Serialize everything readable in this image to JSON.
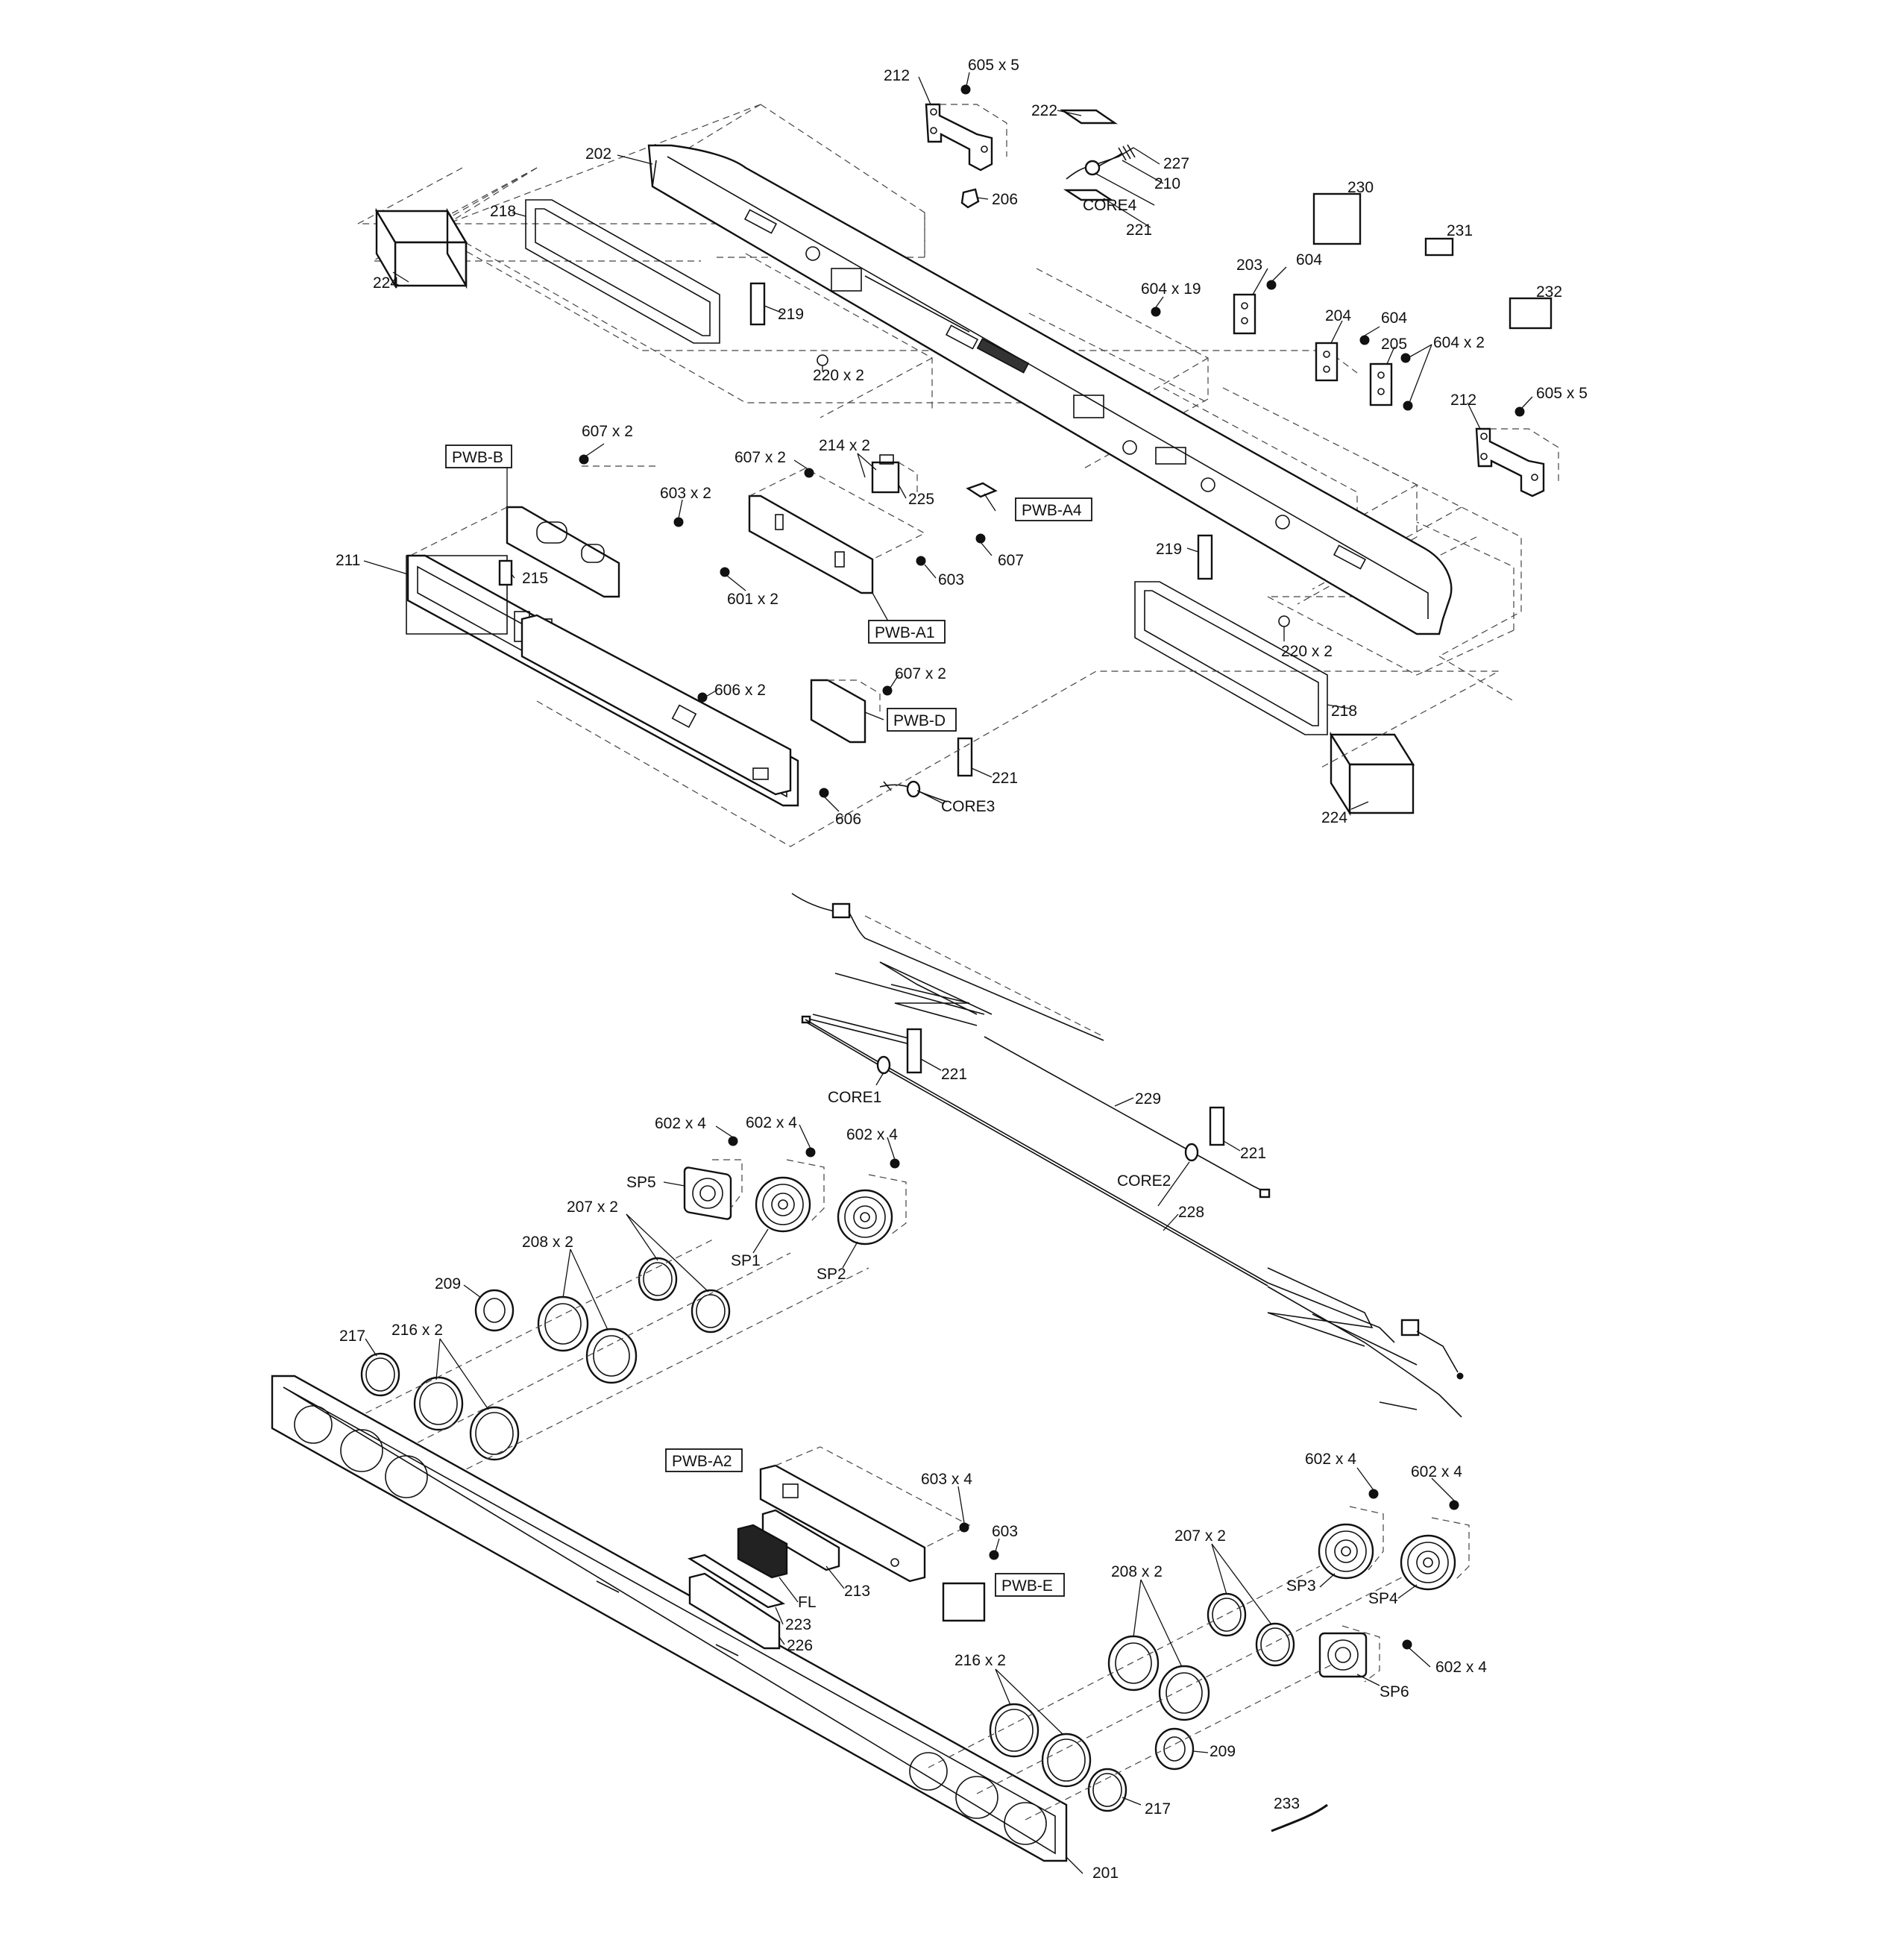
{
  "labels": [
    {
      "id": "l212a",
      "text": "212"
    },
    {
      "id": "l605a",
      "text": "605 x 5"
    },
    {
      "id": "l222",
      "text": "222"
    },
    {
      "id": "l227",
      "text": "227"
    },
    {
      "id": "l210",
      "text": "210"
    },
    {
      "id": "lcore4",
      "text": "CORE4"
    },
    {
      "id": "l221a",
      "text": "221"
    },
    {
      "id": "l206",
      "text": "206"
    },
    {
      "id": "l202",
      "text": "202"
    },
    {
      "id": "l218a",
      "text": "218"
    },
    {
      "id": "l224a",
      "text": "224"
    },
    {
      "id": "l219a",
      "text": "219"
    },
    {
      "id": "l220a",
      "text": "220 x 2"
    },
    {
      "id": "l230",
      "text": "230"
    },
    {
      "id": "l231",
      "text": "231"
    },
    {
      "id": "l232",
      "text": "232"
    },
    {
      "id": "l203",
      "text": "203"
    },
    {
      "id": "l604a",
      "text": "604"
    },
    {
      "id": "l604x19",
      "text": "604 x 19"
    },
    {
      "id": "l204",
      "text": "204"
    },
    {
      "id": "l604b",
      "text": "604"
    },
    {
      "id": "l205",
      "text": "205"
    },
    {
      "id": "l604x2",
      "text": "604 x 2"
    },
    {
      "id": "l212b",
      "text": "212"
    },
    {
      "id": "l605b",
      "text": "605 x 5"
    },
    {
      "id": "l607x2a",
      "text": "607 x 2"
    },
    {
      "id": "l603x2",
      "text": "603 x 2"
    },
    {
      "id": "l211",
      "text": "211"
    },
    {
      "id": "l215",
      "text": "215"
    },
    {
      "id": "l607x2b",
      "text": "607 x 2"
    },
    {
      "id": "l214",
      "text": "214 x 2"
    },
    {
      "id": "l225",
      "text": "225"
    },
    {
      "id": "l607",
      "text": "607"
    },
    {
      "id": "l603a",
      "text": "603"
    },
    {
      "id": "l601",
      "text": "601 x 2"
    },
    {
      "id": "l219b",
      "text": "219"
    },
    {
      "id": "l220b",
      "text": "220 x 2"
    },
    {
      "id": "l606x2",
      "text": "606 x 2"
    },
    {
      "id": "l607x2c",
      "text": "607 x 2"
    },
    {
      "id": "l218b",
      "text": "218"
    },
    {
      "id": "l221b",
      "text": "221"
    },
    {
      "id": "l606",
      "text": "606"
    },
    {
      "id": "lcore3",
      "text": "CORE3"
    },
    {
      "id": "l224b",
      "text": "224"
    },
    {
      "id": "l221c",
      "text": "221"
    },
    {
      "id": "lcore1",
      "text": "CORE1"
    },
    {
      "id": "l229",
      "text": "229"
    },
    {
      "id": "l221d",
      "text": "221"
    },
    {
      "id": "lcore2",
      "text": "CORE2"
    },
    {
      "id": "l228",
      "text": "228"
    },
    {
      "id": "l602a",
      "text": "602 x 4"
    },
    {
      "id": "l602b",
      "text": "602 x 4"
    },
    {
      "id": "l602c",
      "text": "602 x 4"
    },
    {
      "id": "lsp5",
      "text": "SP5"
    },
    {
      "id": "lsp1",
      "text": "SP1"
    },
    {
      "id": "lsp2",
      "text": "SP2"
    },
    {
      "id": "l207a",
      "text": "207 x 2"
    },
    {
      "id": "l208a",
      "text": "208 x 2"
    },
    {
      "id": "l209a",
      "text": "209"
    },
    {
      "id": "l217a",
      "text": "217"
    },
    {
      "id": "l216a",
      "text": "216 x 2"
    },
    {
      "id": "l603x4",
      "text": "603 x 4"
    },
    {
      "id": "l603b",
      "text": "603"
    },
    {
      "id": "l213",
      "text": "213"
    },
    {
      "id": "lfl",
      "text": "FL"
    },
    {
      "id": "l223",
      "text": "223"
    },
    {
      "id": "l226",
      "text": "226"
    },
    {
      "id": "l602d",
      "text": "602 x 4"
    },
    {
      "id": "l602e",
      "text": "602 x 4"
    },
    {
      "id": "lsp3",
      "text": "SP3"
    },
    {
      "id": "lsp4",
      "text": "SP4"
    },
    {
      "id": "l207b",
      "text": "207 x 2"
    },
    {
      "id": "l208b",
      "text": "208 x 2"
    },
    {
      "id": "l602f",
      "text": "602 x 4"
    },
    {
      "id": "lsp6",
      "text": "SP6"
    },
    {
      "id": "l216b",
      "text": "216 x 2"
    },
    {
      "id": "l209b",
      "text": "209"
    },
    {
      "id": "l217b",
      "text": "217"
    },
    {
      "id": "l233",
      "text": "233"
    },
    {
      "id": "l201",
      "text": "201"
    }
  ],
  "boxed_labels": [
    {
      "id": "pwbb",
      "text": "PWB-B"
    },
    {
      "id": "pwba4",
      "text": "PWB-A4"
    },
    {
      "id": "pwba1",
      "text": "PWB-A1"
    },
    {
      "id": "pwbd",
      "text": "PWB-D"
    },
    {
      "id": "pwba2",
      "text": "PWB-A2"
    },
    {
      "id": "pwbe",
      "text": "PWB-E"
    }
  ]
}
